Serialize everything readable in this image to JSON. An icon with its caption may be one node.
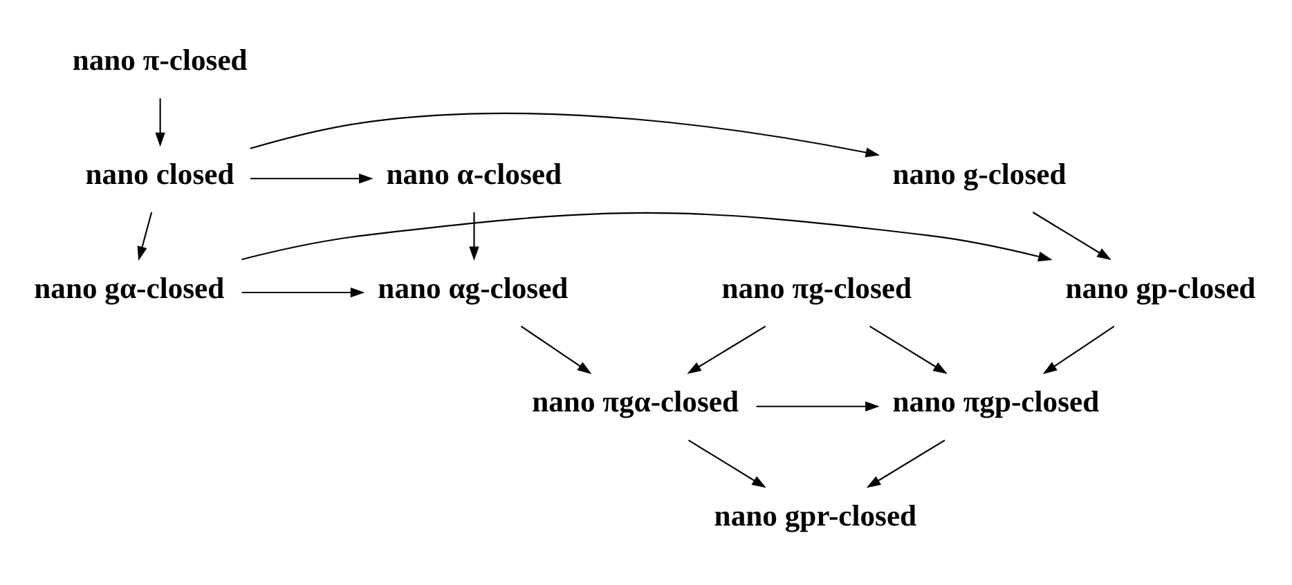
{
  "diagram": {
    "nodes": [
      {
        "text": [
          "nano π-closed"
        ]
      },
      {
        "text": [
          "nano g-closed"
        ]
      },
      {
        "text": [
          "nano closed"
        ]
      },
      {
        "text": [
          "nano α-closed"
        ]
      },
      {
        "text": [
          "nano gp-closed"
        ]
      },
      {
        "text": [
          "nano gα-closed"
        ]
      },
      {
        "text": [
          "nano αg-closed"
        ]
      },
      {
        "text": [
          "nano gpr-closed"
        ]
      },
      {
        "text": [
          "nano πgp-closed"
        ]
      },
      {
        "text": [
          "nano πgα-closed"
        ]
      },
      {
        "text": [
          "nano πg-closed"
        ]
      }
    ],
    "edges": [
      {
        "from": 0,
        "to": 2,
        "arrow": "to"
      },
      {
        "from": 2,
        "to": 1,
        "arrow": "to"
      },
      {
        "from": 2,
        "to": 3,
        "arrow": "to"
      },
      {
        "from": 1,
        "to": 4,
        "arrow": "to"
      },
      {
        "from": 2,
        "to": 5,
        "arrow": "to"
      },
      {
        "from": 3,
        "to": 6,
        "arrow": "to"
      },
      {
        "from": 5,
        "to": 4,
        "arrow": "to"
      },
      {
        "from": 5,
        "to": 6,
        "arrow": "to"
      },
      {
        "from": 4,
        "to": 8,
        "arrow": "to"
      },
      {
        "from": 6,
        "to": 9,
        "arrow": "to"
      },
      {
        "from": 8,
        "to": 7,
        "arrow": "to"
      },
      {
        "from": 9,
        "to": 7,
        "arrow": "to"
      },
      {
        "from": 9,
        "to": 8,
        "arrow": "to"
      },
      {
        "from": 10,
        "to": 8,
        "arrow": "to"
      },
      {
        "from": 10,
        "to": 9,
        "arrow": "to"
      }
    ]
  }
}
